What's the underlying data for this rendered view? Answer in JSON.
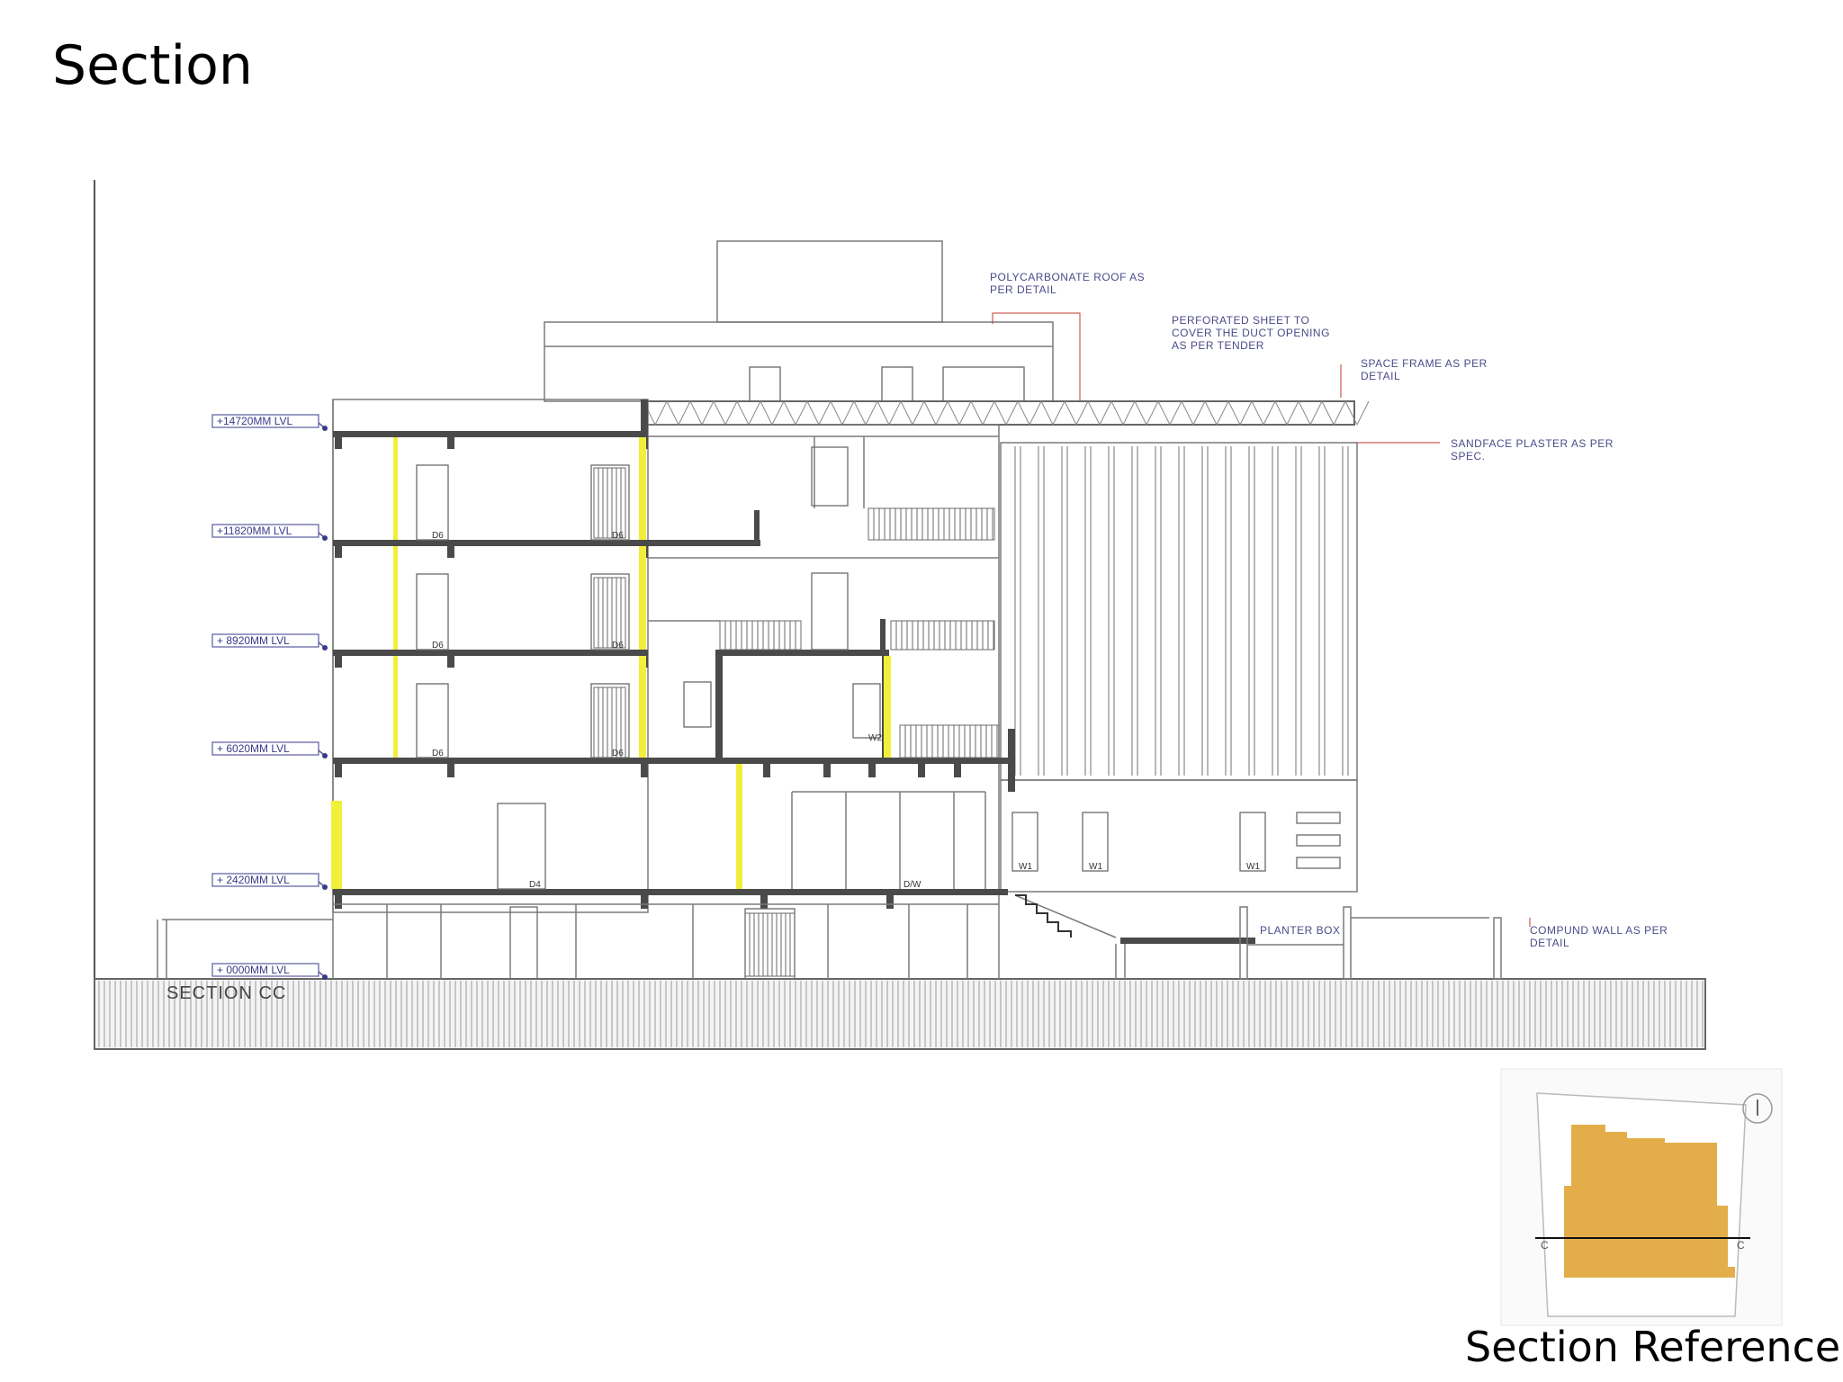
{
  "slide": {
    "title": "Section",
    "reference_caption": "Section Reference"
  },
  "drawing": {
    "section_label": "SECTION CC",
    "levels": [
      "+14720MM LVL",
      "+11820MM LVL",
      "+ 8920MM LVL",
      "+ 6020MM LVL",
      "+ 2420MM LVL",
      "+ 0000MM LVL"
    ],
    "notes": {
      "roof_line1": "POLYCARBONATE ROOF AS",
      "roof_line2": "PER DETAIL",
      "perf_line1": "PERFORATED SHEET TO",
      "perf_line2": "COVER THE DUCT OPENING",
      "perf_line3": "AS PER TENDER",
      "space_line1": "SPACE FRAME AS PER",
      "space_line2": "DETAIL",
      "sand_line1": "SANDFACE PLASTER AS PER",
      "sand_line2": "SPEC.",
      "planter": "PLANTER BOX",
      "wall_line1": "COMPUND WALL AS PER",
      "wall_line2": "DETAIL"
    },
    "door_tags": [
      "D6",
      "D6",
      "D6",
      "D6",
      "D6",
      "D6",
      "D4",
      "D/W"
    ],
    "window_tags": [
      "W2",
      "W1",
      "W1",
      "W1"
    ],
    "highlight_color": "#f2ef3a",
    "slab_color": "#4a4a4a",
    "line_color": "#7a7a7a",
    "note_color": "#4b4b8a"
  },
  "key_plan": {
    "section_marks": [
      "C",
      "C"
    ],
    "footprint_color": "#e3ae4a"
  }
}
